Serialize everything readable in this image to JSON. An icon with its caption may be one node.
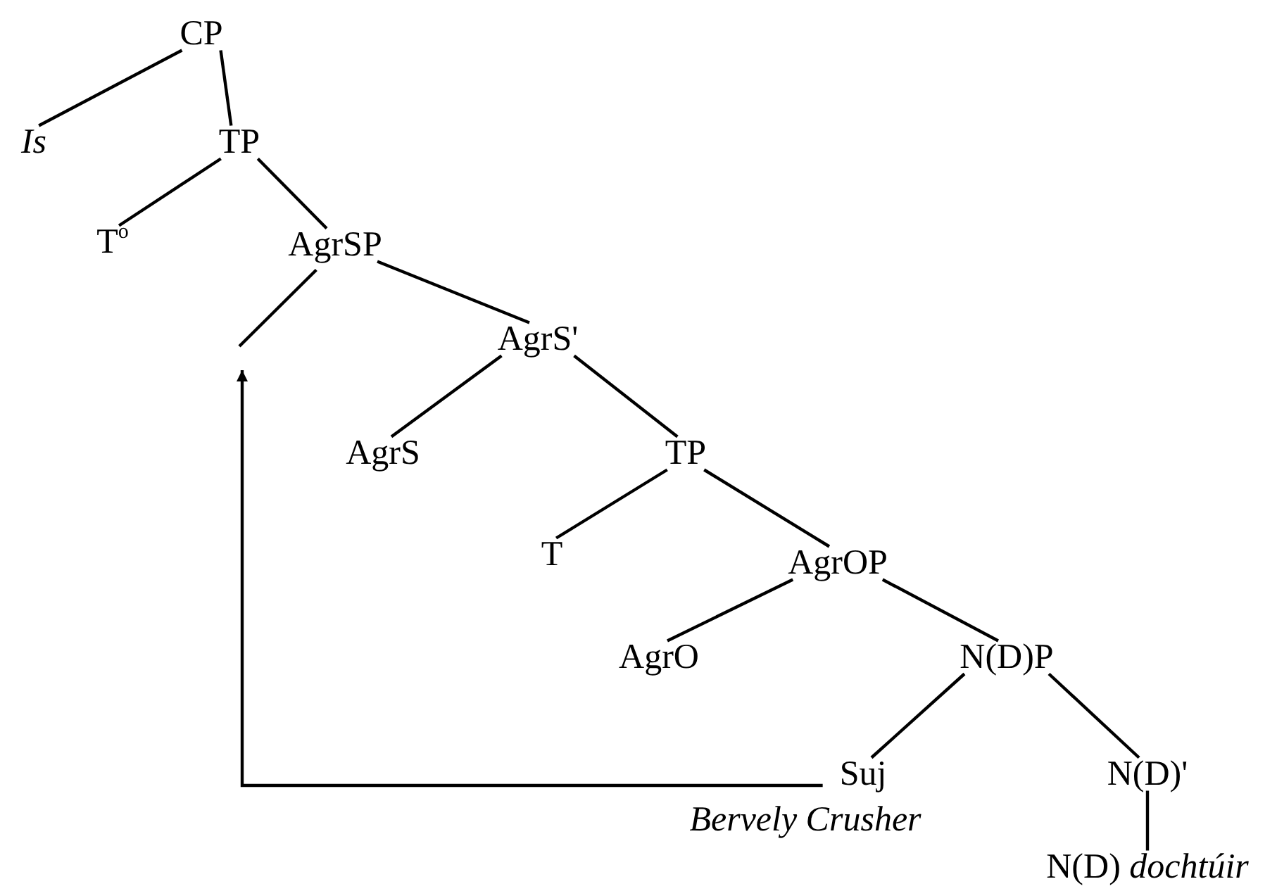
{
  "diagram": {
    "nodes": [
      {
        "text": [
          "CP"
        ]
      },
      {
        "text": [
          "Is"
        ]
      },
      {
        "text": [
          "TP"
        ]
      },
      {
        "text": [
          "T$^{o}$"
        ]
      },
      {
        "text": [
          "AgrSP"
        ]
      },
      {
        "text": [
          "AgrS'"
        ]
      },
      {
        "text": [
          "AgrS"
        ]
      },
      {
        "text": [
          "TP"
        ]
      },
      {
        "text": [
          "T"
        ]
      },
      {
        "text": [
          "AgrOP"
        ]
      },
      {
        "text": [
          "AgrO"
        ]
      },
      {
        "text": [
          "N(D)P"
        ]
      },
      {
        "text": [
          "Suj"
        ],
        "beside": [
          "Bervely Crusher"
        ]
      },
      {
        "text": [
          "N(D)'"
        ]
      },
      {
        "text": [
          "N(D) *dochtúir*"
        ]
      }
    ],
    "edges": [
      {
        "from": 0,
        "to": 1,
        "arrow": "none"
      },
      {
        "from": 0,
        "to": 2,
        "arrow": "none"
      },
      {
        "from": 2,
        "to": 3,
        "arrow": "none"
      },
      {
        "from": 2,
        "to": 4,
        "arrow": "none"
      },
      {
        "from": 4,
        "to": null,
        "arrow": "none"
      },
      {
        "from": 4,
        "to": 5,
        "arrow": "none"
      },
      {
        "from": 5,
        "to": 6,
        "arrow": "none"
      },
      {
        "from": 5,
        "to": 7,
        "arrow": "none"
      },
      {
        "from": 7,
        "to": 8,
        "arrow": "none"
      },
      {
        "from": 7,
        "to": 9,
        "arrow": "none"
      },
      {
        "from": 9,
        "to": 10,
        "arrow": "none"
      },
      {
        "from": 9,
        "to": 11,
        "arrow": "none"
      },
      {
        "from": 11,
        "to": 12,
        "arrow": "none"
      },
      {
        "from": 11,
        "to": 13,
        "arrow": "none"
      },
      {
        "from": 13,
        "to": 14,
        "arrow": "none"
      },
      {
        "from": 12,
        "to": null,
        "arrow": "to"
      }
    ]
  }
}
